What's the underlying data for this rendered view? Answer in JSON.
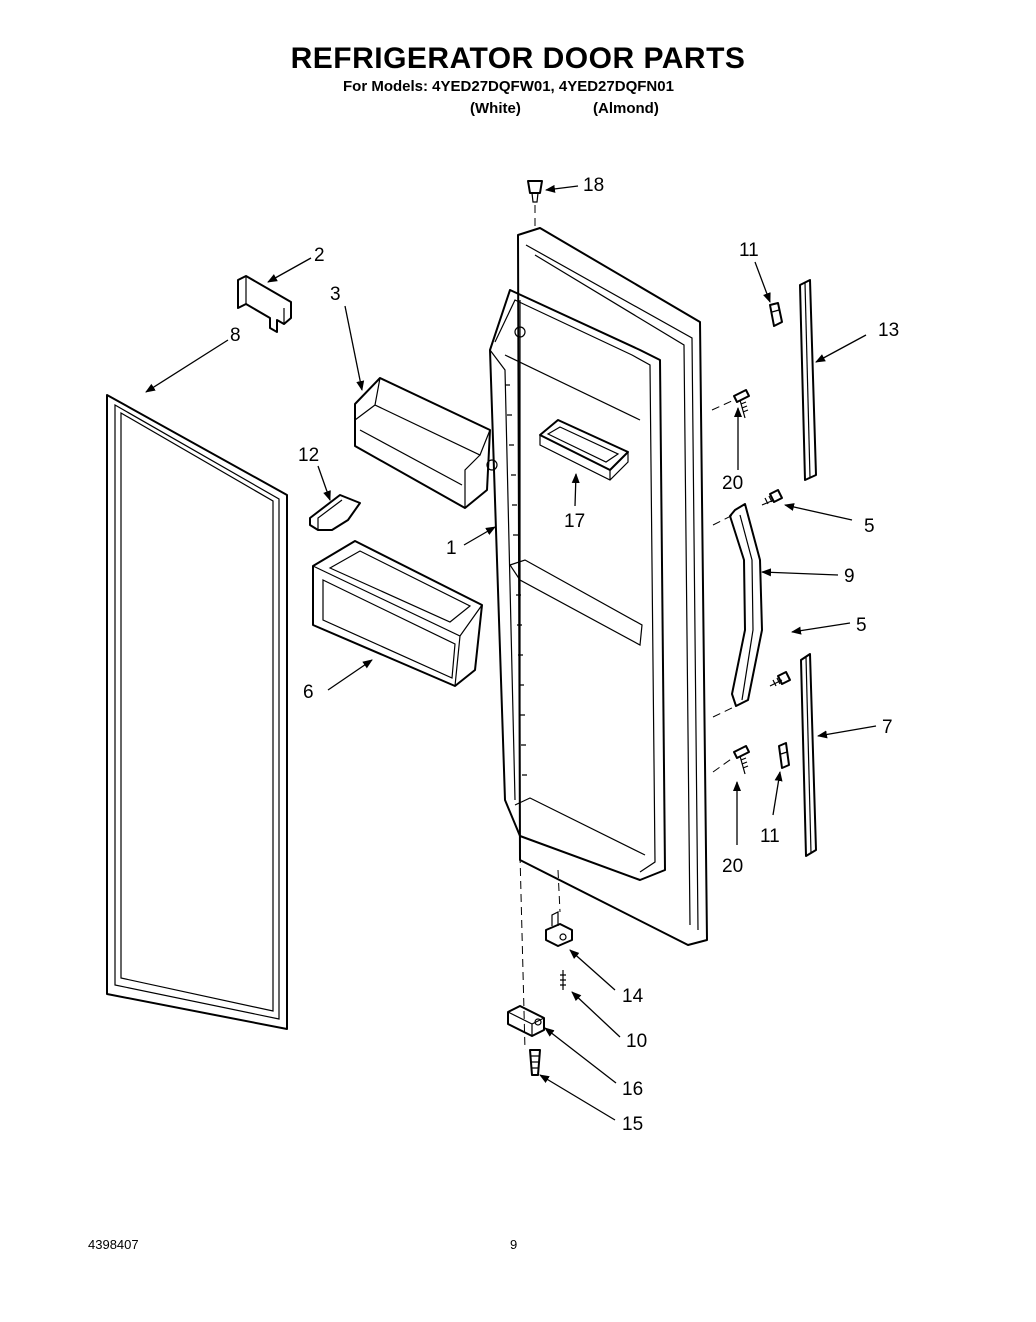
{
  "header": {
    "title": "REFRIGERATOR DOOR PARTS",
    "models_line": "For Models: 4YED27DQFW01, 4YED27DQFN01",
    "variant_white": "(White)",
    "variant_almond": "(Almond)"
  },
  "footer": {
    "doc_number": "4398407",
    "page_number": "9"
  },
  "callouts": {
    "c1": "1",
    "c2": "2",
    "c3": "3",
    "c5a": "5",
    "c5b": "5",
    "c6": "6",
    "c7": "7",
    "c8": "8",
    "c9": "9",
    "c10": "10",
    "c11a": "11",
    "c11b": "11",
    "c12": "12",
    "c13": "13",
    "c14": "14",
    "c15": "15",
    "c16": "16",
    "c17": "17",
    "c18": "18",
    "c20a": "20",
    "c20b": "20"
  }
}
